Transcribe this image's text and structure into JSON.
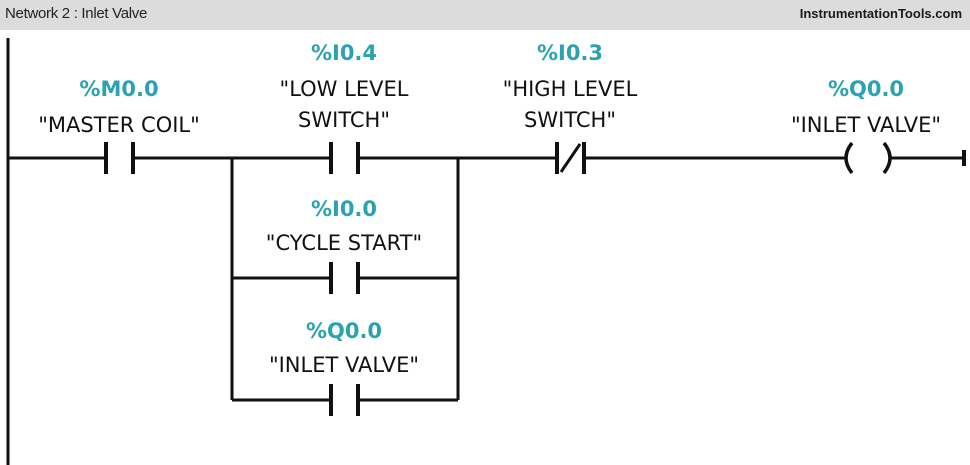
{
  "header": {
    "title": "Network 2 : Inlet Valve",
    "brand": "InstrumentationTools.com"
  },
  "colors": {
    "address": "#2aa3b0",
    "tag": "#111111",
    "wire": "#111111",
    "header_bg": "#dcdcdc"
  },
  "elements": {
    "master_coil": {
      "address": "%M0.0",
      "tag": "\"MASTER COIL\"",
      "type": "normally-open-contact"
    },
    "low_level_switch": {
      "address": "%I0.4",
      "tag_line1": "\"LOW LEVEL",
      "tag_line2": "SWITCH\"",
      "type": "normally-open-contact"
    },
    "cycle_start": {
      "address": "%I0.0",
      "tag": "\"CYCLE START\"",
      "type": "normally-open-contact"
    },
    "inlet_valve_seal": {
      "address": "%Q0.0",
      "tag": "\"INLET VALVE\"",
      "type": "normally-open-contact"
    },
    "high_level_switch": {
      "address": "%I0.3",
      "tag_line1": "\"HIGH LEVEL",
      "tag_line2": "SWITCH\"",
      "type": "normally-closed-contact"
    },
    "inlet_valve_coil": {
      "address": "%Q0.0",
      "tag": "\"INLET VALVE\"",
      "type": "output-coil"
    }
  }
}
